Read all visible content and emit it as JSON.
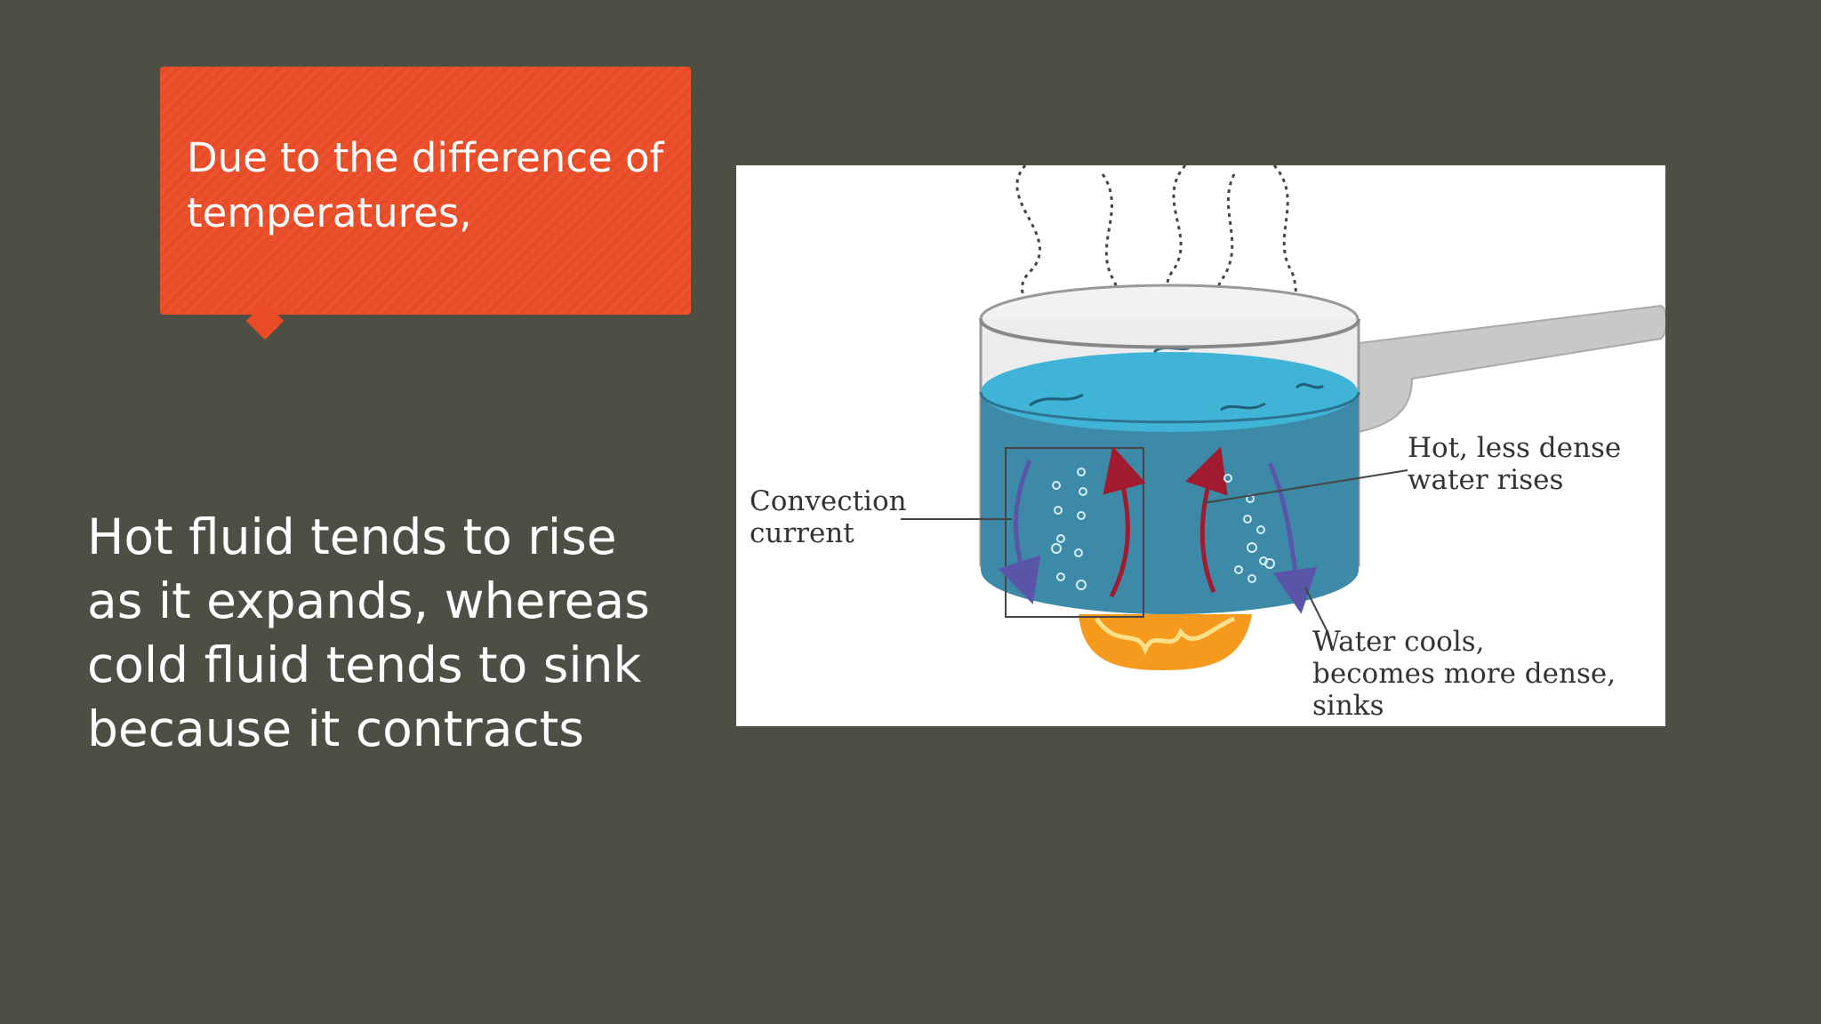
{
  "callout": {
    "text": "Due to the difference of temperatures,"
  },
  "body": {
    "text": "Hot fluid tends to rise as it expands, whereas cold fluid tends to sink because it contracts"
  },
  "diagram": {
    "labels": {
      "convection": "Convection\ncurrent",
      "hot": "Hot, less dense\nwater rises",
      "cool": "Water cools,\nbecomes more dense,\nsinks"
    }
  },
  "colors": {
    "background": "#4f4e44",
    "callout": "#e94b27",
    "water": "#3fa9c9",
    "hot_arrow": "#a11a2e",
    "cold_arrow": "#5a55a8",
    "flame": "#f59a1c"
  }
}
